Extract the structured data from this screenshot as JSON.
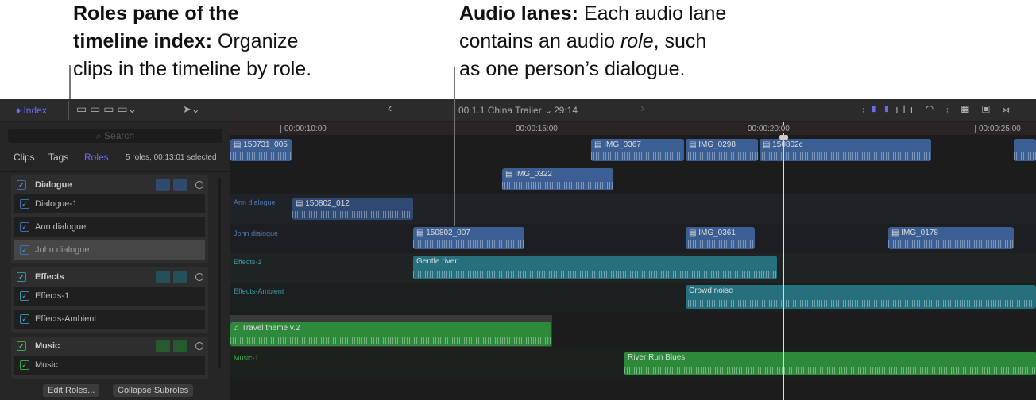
{
  "callouts": [
    {
      "bold": "Roles pane of the",
      "l2b": "timeline index:",
      "l2": " Organize",
      "l3": "clips in the timeline by role."
    },
    {
      "bold": "Audio lanes:",
      "l1": " Each audio lane",
      "l2a": "contains an audio ",
      "l2i": "role",
      "l2c": ", such",
      "l3": "as one person’s dialogue."
    }
  ],
  "toolbar": {
    "index": "Index",
    "project": "00.1.1 China Trailer",
    "duration": "29:14",
    "back": "‹",
    "forward": "›"
  },
  "sidebar": {
    "search": "Search",
    "tabs": [
      "Clips",
      "Tags",
      "Roles"
    ],
    "status": "5 roles, 00:13:01 selected",
    "groups": [
      {
        "name": "Dialogue",
        "color": "#3d6fb0",
        "items": [
          "Dialogue-1",
          "Ann dialogue",
          "John dialogue"
        ]
      },
      {
        "name": "Effects",
        "color": "#2f8fa3",
        "items": [
          "Effects-1",
          "Effects-Ambient"
        ]
      },
      {
        "name": "Music",
        "color": "#35a845",
        "items": [
          "Music"
        ]
      }
    ],
    "edit_roles": "Edit Roles...",
    "collapse": "Collapse Subroles"
  },
  "timeline": {
    "ruler": [
      "00:00:10:00",
      "00:00:15:00",
      "00:00:20:00",
      "00:00:25:00"
    ],
    "lanes": [
      "Ann dialogue",
      "John dialogue",
      "Effects-1",
      "Effects-Ambient",
      "Music-1"
    ],
    "clips": [
      "150731_005",
      "IMG_0367",
      "IMG_0298",
      "150802c",
      "IMG_0322",
      "150802_012",
      "150802_007",
      "IMG_0361",
      "IMG_0178",
      "Gentle river",
      "Crowd noise",
      "Travel theme v.2",
      "River Run Blues"
    ]
  }
}
